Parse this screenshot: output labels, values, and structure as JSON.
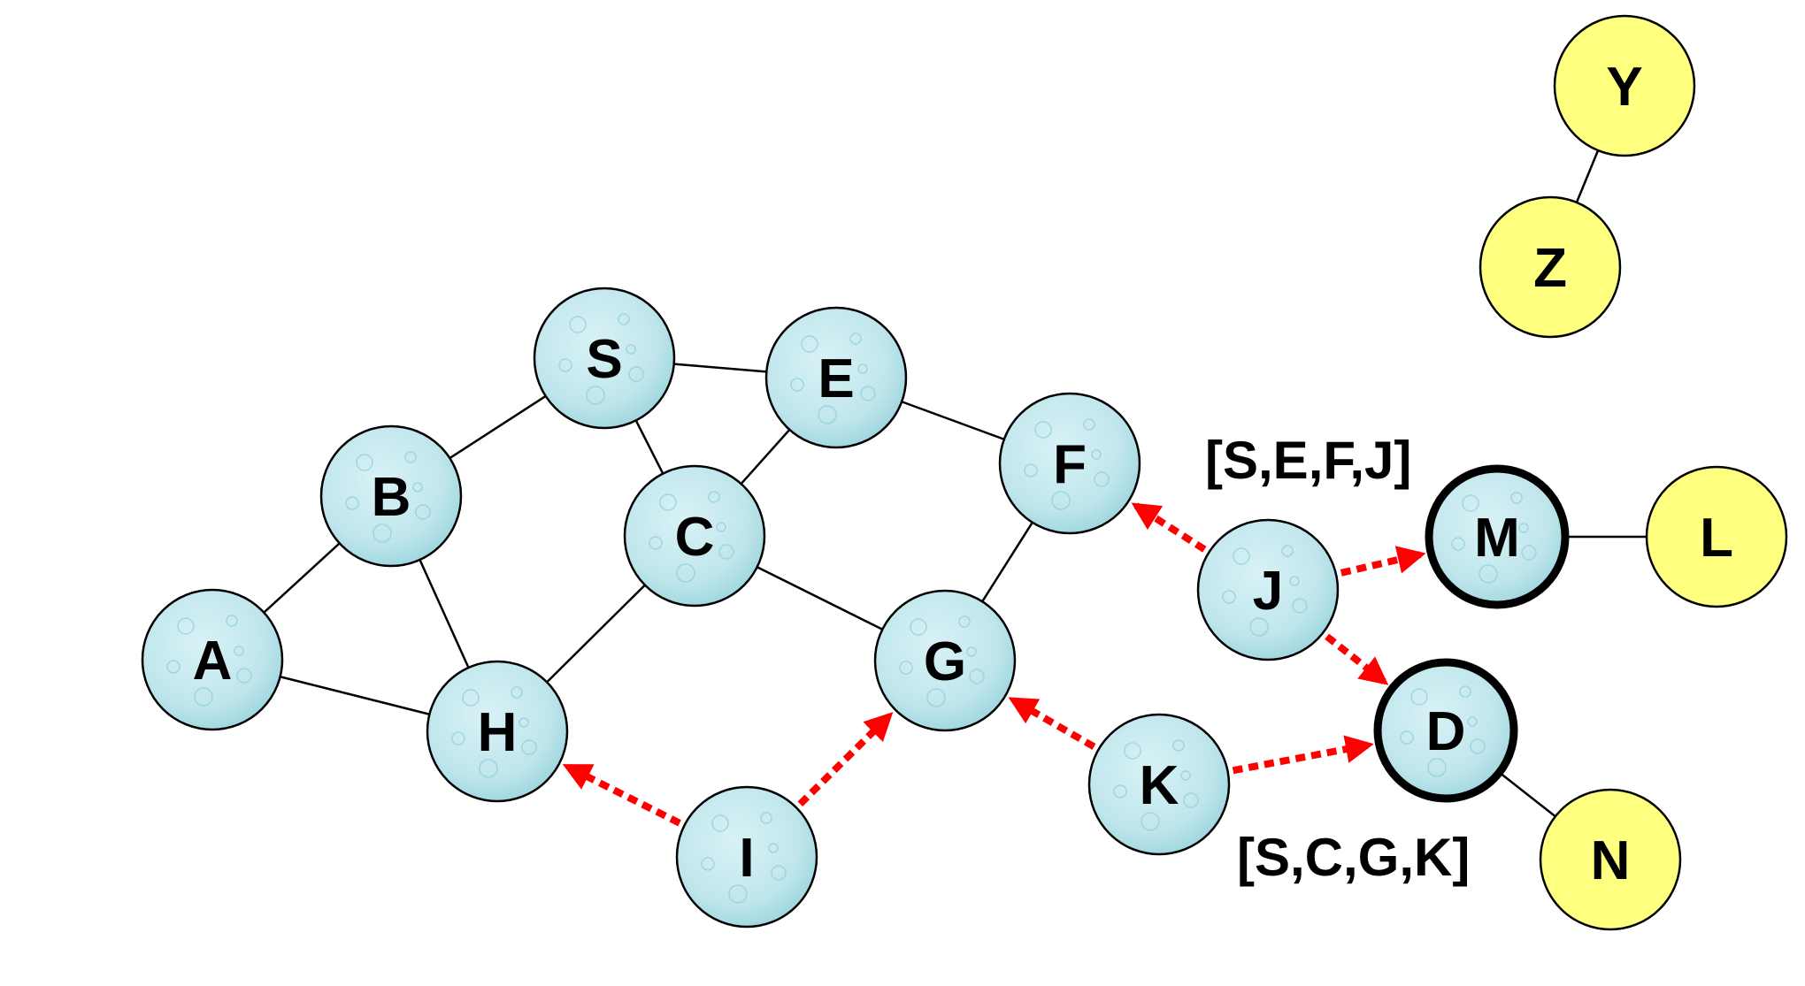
{
  "nodes": [
    {
      "id": "S",
      "label": "S",
      "kind": "cyan"
    },
    {
      "id": "E",
      "label": "E",
      "kind": "cyan"
    },
    {
      "id": "B",
      "label": "B",
      "kind": "cyan"
    },
    {
      "id": "C",
      "label": "C",
      "kind": "cyan"
    },
    {
      "id": "F",
      "label": "F",
      "kind": "cyan"
    },
    {
      "id": "A",
      "label": "A",
      "kind": "cyan"
    },
    {
      "id": "H",
      "label": "H",
      "kind": "cyan"
    },
    {
      "id": "G",
      "label": "G",
      "kind": "cyan"
    },
    {
      "id": "J",
      "label": "J",
      "kind": "cyan"
    },
    {
      "id": "K",
      "label": "K",
      "kind": "cyan"
    },
    {
      "id": "I",
      "label": "I",
      "kind": "cyan"
    },
    {
      "id": "M",
      "label": "M",
      "kind": "cyan-bold"
    },
    {
      "id": "D",
      "label": "D",
      "kind": "cyan-bold"
    },
    {
      "id": "Y",
      "label": "Y",
      "kind": "yellow"
    },
    {
      "id": "Z",
      "label": "Z",
      "kind": "yellow"
    },
    {
      "id": "L",
      "label": "L",
      "kind": "yellow"
    },
    {
      "id": "N",
      "label": "N",
      "kind": "yellow"
    }
  ],
  "edges": [
    [
      "S",
      "E"
    ],
    [
      "S",
      "B"
    ],
    [
      "S",
      "C"
    ],
    [
      "E",
      "C"
    ],
    [
      "E",
      "F"
    ],
    [
      "B",
      "A"
    ],
    [
      "B",
      "H"
    ],
    [
      "A",
      "H"
    ],
    [
      "C",
      "H"
    ],
    [
      "C",
      "G"
    ],
    [
      "F",
      "G"
    ],
    [
      "Y",
      "Z"
    ],
    [
      "M",
      "L"
    ],
    [
      "D",
      "N"
    ]
  ],
  "request_arrows": [
    {
      "from": "J",
      "to": "F"
    },
    {
      "from": "J",
      "to": "M"
    },
    {
      "from": "J",
      "to": "D"
    },
    {
      "from": "K",
      "to": "G"
    },
    {
      "from": "K",
      "to": "D"
    },
    {
      "from": "I",
      "to": "H"
    },
    {
      "from": "I",
      "to": "G"
    }
  ],
  "route_labels": {
    "upper": "[S,E,F,J]",
    "lower": "[S,C,G,K]"
  },
  "colors": {
    "cyan_fill": "#bfe6ec",
    "cyan_shade": "#8fcdd8",
    "yellow_fill": "#ffff80",
    "arrow": "#ff0000",
    "edge": "#000000"
  }
}
